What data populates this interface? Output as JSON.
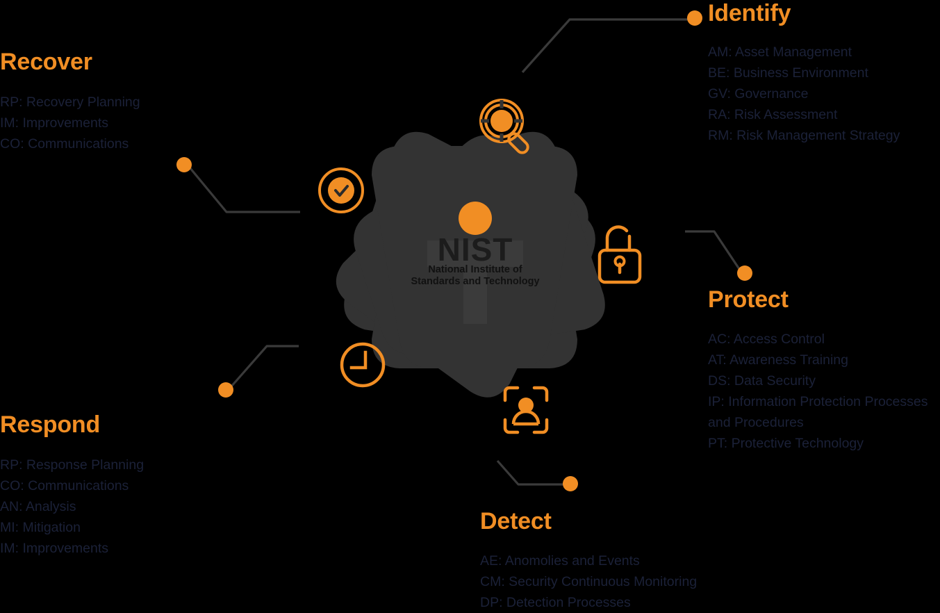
{
  "colors": {
    "background": "#000000",
    "accent": "#F18E24",
    "petal": "#333333",
    "petal_dark": "#2e2e2e",
    "body_text": "#1b2138",
    "connector": "#3a3a3a"
  },
  "center_logo": {
    "wordmark": "NIST",
    "subtitle_line1": "National Institute of",
    "subtitle_line2": "Standards and Technology"
  },
  "functions": [
    {
      "id": "identify",
      "title": "Identify",
      "icon": "magnifier-icon",
      "bullet": "dot-marker",
      "categories": [
        "AM: Asset Management",
        "BE: Business Environment",
        "GV: Governance",
        "RA: Risk Assessment",
        "RM: Risk Management Strategy"
      ]
    },
    {
      "id": "protect",
      "title": "Protect",
      "icon": "padlock-icon",
      "categories": [
        "AC: Access Control",
        "AT: Awareness Training",
        "DS: Data Security",
        "IP: Information Protection Processes and Procedures",
        "PT: Protective Technology"
      ]
    },
    {
      "id": "detect",
      "title": "Detect",
      "icon": "face-scan-icon",
      "categories": [
        "AE: Anomolies and Events",
        "CM: Security Continuous Monitoring",
        "DP: Detection Processes"
      ]
    },
    {
      "id": "respond",
      "title": "Respond",
      "icon": "clock-icon",
      "categories": [
        "RP: Response Planning",
        "CO: Communications",
        "AN: Analysis",
        "MI: Mitigation",
        "IM: Improvements"
      ]
    },
    {
      "id": "recover",
      "title": "Recover",
      "icon": "check-circle-icon",
      "categories": [
        "RP: Recovery Planning",
        "IM: Improvements",
        "CO: Communications"
      ]
    }
  ]
}
